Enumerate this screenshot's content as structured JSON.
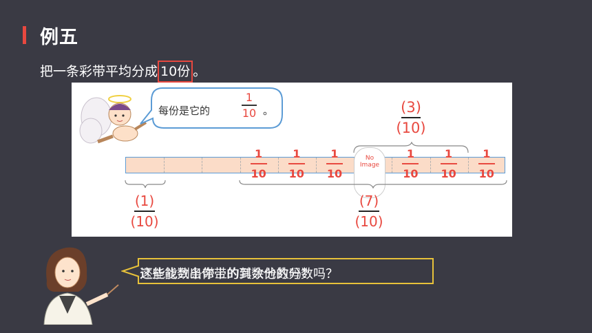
{
  "heading": "例五",
  "prompt": {
    "before": "把一条彩带平均分成",
    "highlight": "10份",
    "after": "。"
  },
  "speech": {
    "text": "每份是它的",
    "numerator": "1",
    "denominator": "10",
    "end": "。"
  },
  "top_fraction": {
    "numerator": "3",
    "denominator": "10"
  },
  "left_fraction": {
    "numerator": "1",
    "denominator": "10"
  },
  "mid_fraction": {
    "numerator": "7",
    "denominator": "10"
  },
  "segment_labels": {
    "numerator": "1",
    "denominator": "10",
    "count": 10,
    "labeled_segments": [
      4,
      5,
      6,
      8,
      9,
      10
    ]
  },
  "placeholder": {
    "line1": "No",
    "line2": "Image"
  },
  "question": {
    "line1": "这些能数出你带的到数他的分数吗？",
    "line2": "还能找到条带上的其余分数吗？"
  },
  "colors": {
    "accent": "#e8483f",
    "strip": "#fbdcc8",
    "strip_border": "#5b9bd5",
    "bubble_border": "#e8c23a"
  }
}
